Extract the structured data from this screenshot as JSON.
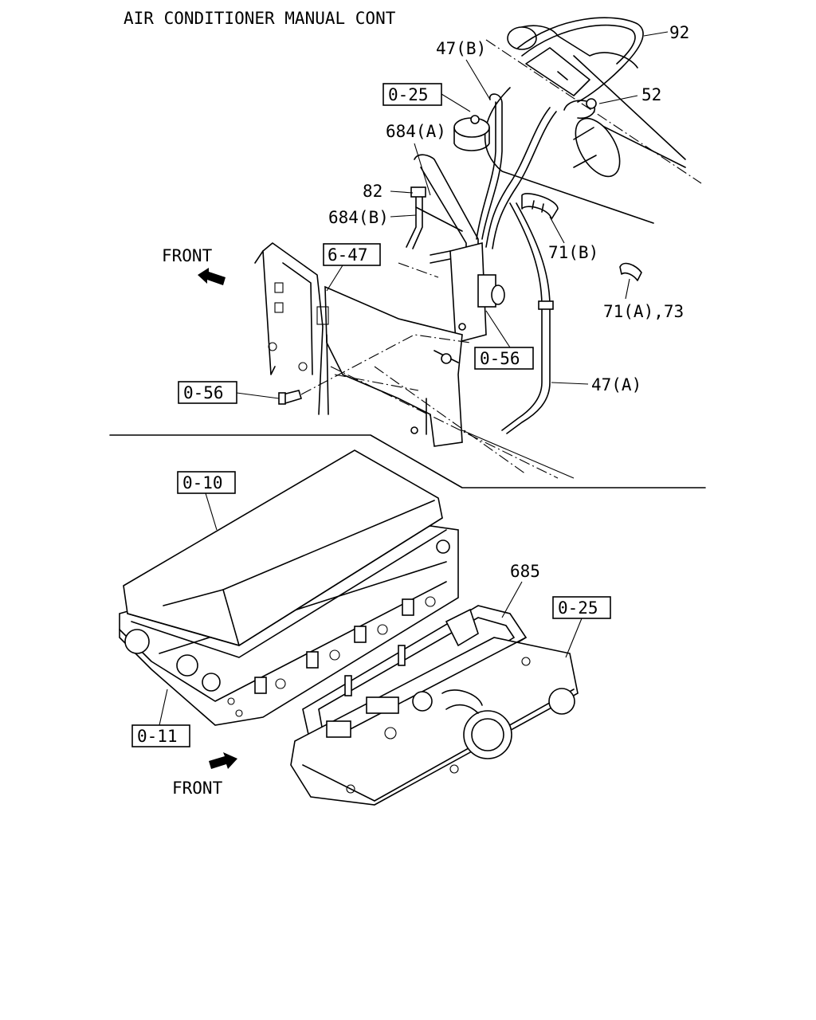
{
  "title": "AIR CONDITIONER MANUAL CONT",
  "upper": {
    "refs": {
      "r0_25": "0-25",
      "r6_47": "6-47",
      "r0_56_right": "0-56",
      "r0_56_left": "0-56"
    },
    "parts": {
      "p92": "92",
      "p47b": "47(B)",
      "p52": "52",
      "p684a": "684(A)",
      "p82": "82",
      "p684b": "684(B)",
      "p71b": "71(B)",
      "p71a73": "71(A),73",
      "p47a": "47(A)"
    },
    "front_label": "FRONT"
  },
  "lower": {
    "refs": {
      "r0_10": "0-10",
      "r0_25": "0-25",
      "r0_11": "0-11"
    },
    "parts": {
      "p685": "685"
    },
    "front_label": "FRONT"
  }
}
